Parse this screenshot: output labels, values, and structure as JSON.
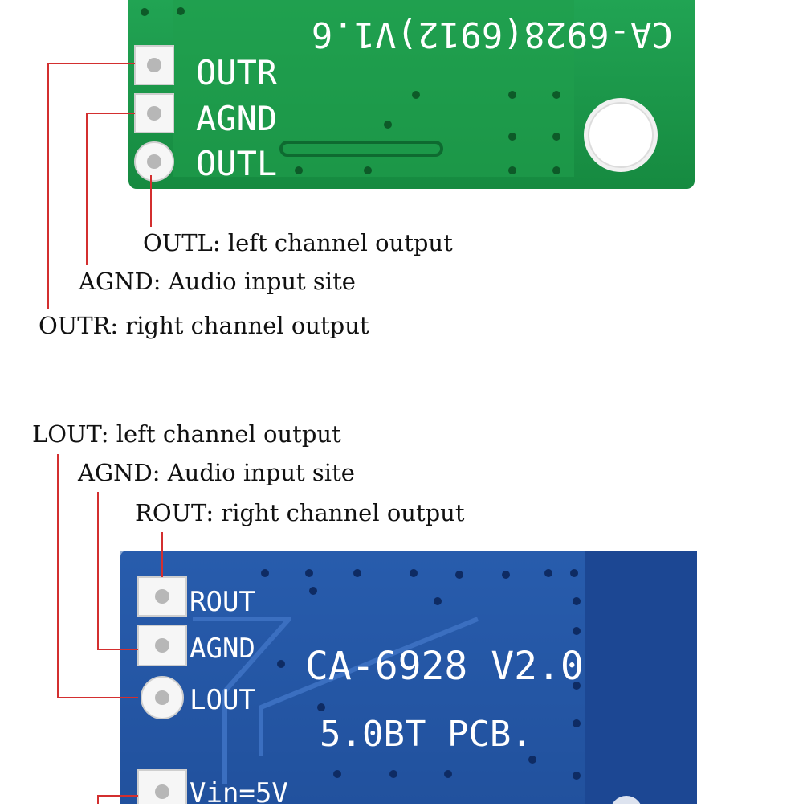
{
  "green_board": {
    "silkscreen_title": "CA-6928(6912)V1.6",
    "pin_labels": [
      "OUTR",
      "AGND",
      "OUTL"
    ],
    "color": "#1a9a4a",
    "legend": [
      "OUTL: left channel output",
      "AGND: Audio input site",
      "OUTR: right channel output"
    ]
  },
  "blue_board": {
    "silkscreen_line1": "CA-6928 V2.0",
    "silkscreen_line2": "5.0BT PCB.",
    "pin_labels": [
      "ROUT",
      "AGND",
      "LOUT",
      "Vin=5V"
    ],
    "color": "#1d4f9c",
    "legend": [
      "LOUT: left channel output",
      "AGND: Audio input site",
      "ROUT: right channel output"
    ]
  },
  "accent_color": "#d32f2f"
}
